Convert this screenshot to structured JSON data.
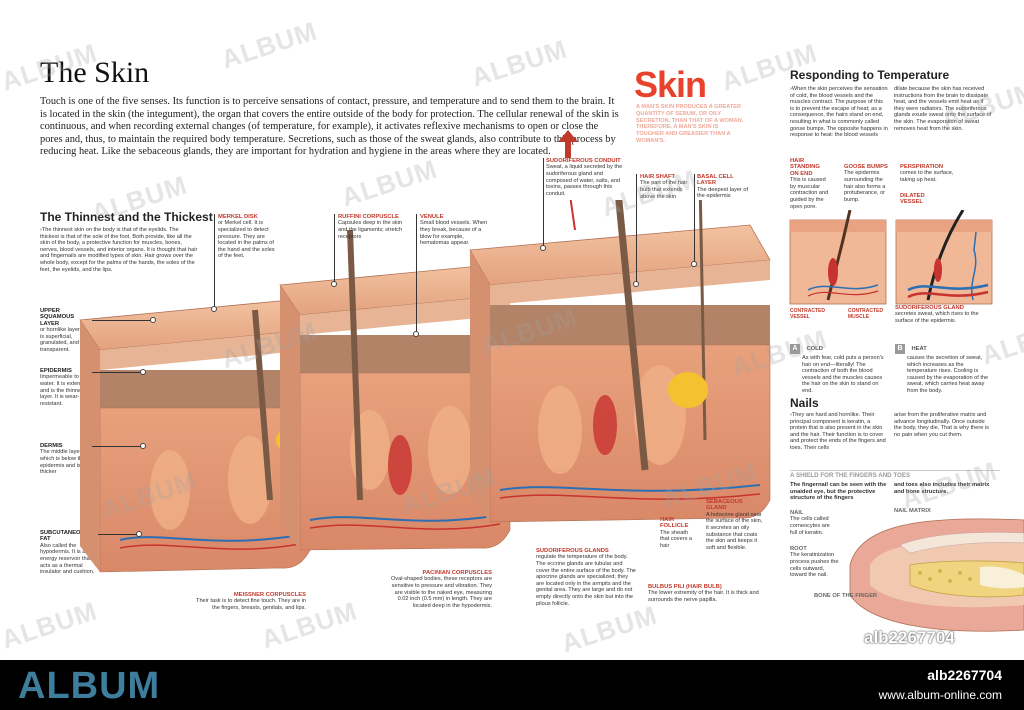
{
  "title": "The Skin",
  "intro": "Touch is one of the five senses. Its function is to perceive sensations of contact, pressure, and temperature and to send them to the brain. It is located in the skin (the integument), the organ that covers the entire outside of the body for protection. The cellular renewal of the skin is continuous, and when recording external changes (of temperature, for example), it activates reflexive mechanisms to open or close the pores and, thus, to maintain the required body temperature. Secretions, such as those of the sweat glands, also contribute to this process by reducing heat. Like the sebaceous glands, they are important for hydration and hygiene in the areas where they are located.",
  "thin_thick": {
    "title": "The Thinnest and the Thickest",
    "text": "›The thinnest skin on the body is that of the eyelids. The thickest is that of the sole of the foot. Both provide, like all the skin of the body, a protective function for muscles, bones, nerves, blood vessels, and interior organs. It is thought that hair and fingernails are modified types of skin. Hair grows over the whole body, except for the palms of the hands, the soles of the feet, the eyelids, and the lips."
  },
  "layers": [
    {
      "label": "UPPER SQUAMOUS LAYER",
      "text": "or hornlike layer. It is superficial, granulated, and transparent."
    },
    {
      "label": "EPIDERMIS",
      "text": "Impermeable to water. It is external and is the thinnest layer. It is wear-resistant."
    },
    {
      "label": "DERMIS",
      "text": "The middle layer, which is below the epidermis and is thicker"
    },
    {
      "label": "SUBCUTANEOUS FAT",
      "text": "Also called the hypodermis. It is an energy reservoir that acts as a thermal insulator and cushion."
    }
  ],
  "merkel": {
    "label": "MERKEL DISK",
    "text": "or Merkel cell. It is specialized to detect pressure. They are located in the palms of the hand and the soles of the feet."
  },
  "ruffini": {
    "label": "RUFFINI CORPUSCLE",
    "text": "Capsules deep in the skin and the ligaments; stretch receptors"
  },
  "venule": {
    "label": "VENULE",
    "text": "Small blood vessels. When they break, because of a blow for example, hematomas appear."
  },
  "sudoriferous_conduit": {
    "label": "SUDORIFEROUS CONDUIT",
    "text": "Sweat, a liquid secreted by the sudoriferous gland and composed of water, salts, and toxins, passes through this conduit."
  },
  "hair_shaft": {
    "label": "HAIR SHAFT",
    "text": "The part of the hair bulb that extends above the skin"
  },
  "basal_cell": {
    "label": "BASAL CELL LAYER",
    "text": "The deepest layer of the epidermis"
  },
  "meissner": {
    "label": "MEISSNER CORPUSCLES",
    "text": "Their task is to detect fine touch. They are in the fingers, breasts, genitals, and lips."
  },
  "pacinian": {
    "label": "PACINIAN CORPUSCLES",
    "text": "Oval-shaped bodies, these receptors are sensitive to pressure and vibration. They are visible to the naked eye, measuring 0.02 inch (0.5 mm) in length. They are located deep in the hypodermis."
  },
  "sudoriferous_glands": {
    "label": "SUDORIFEROUS GLANDS",
    "text": "regulate the temperature of the body. The eccrine glands are tubular and cover the entire surface of the body. The apocrine glands are specialized; they are located only in the armpits and the genital area. They are large and do not empty directly onto the skin but into the pilous follicle."
  },
  "hair_follicle": {
    "label": "HAIR FOLLICLE",
    "text": "The sheath that covers a hair"
  },
  "sebaceous": {
    "label": "SEBACEOUS GLAND",
    "text": "A holocrine gland near the surface of the skin, it secretes an oily substance that coats the skin and keeps it soft and flexible."
  },
  "bulbus": {
    "label": "BULBUS PILI (HAIR BULB)",
    "text": "The lower extremity of the hair. It is thick and surrounds the nerve papilla."
  },
  "skin_heading": "Skin",
  "skin_note": "A MAN'S SKIN PRODUCES A GREATER QUANTITY OF SEBUM, OR OILY SECRETION, THAN THAT OF A WOMAN. THEREFORE, A MAN'S SKIN IS TOUGHER AND GREASIER THAN A WOMAN'S.",
  "temperature": {
    "title": "Responding to Temperature",
    "col1": "›When the skin perceives the sensation of cold, the blood vessels and the muscles contract. The purpose of this is to prevent the escape of heat; as a consequence, the hairs stand on end, resulting in what is commonly called goose bumps. The opposite happens in response to heat: the blood vessels",
    "col2": "dilate because the skin has received instructions from the brain to dissipate heat, and the vessels emit heat as if they were radiators. The sudoriferous glands exude sweat onto the surface of the skin. The evaporation of sweat removes heat from the skin.",
    "hair_on_end": {
      "label": "HAIR STANDING ON END",
      "text": "This is caused by muscular contraction and guided by the open pore."
    },
    "goose": {
      "label": "GOOSE BUMPS",
      "text": "The epidermis surrounding the hair also forms a protuberance, or bump."
    },
    "perspiration": {
      "label": "PERSPIRATION",
      "text": "comes to the surface, taking up heat."
    },
    "dilated": {
      "label": "DILATED VESSEL",
      "text": ""
    },
    "contracted_vessel": "CONTRACTED VESSEL",
    "contracted_muscle": "CONTRACTED MUSCLE",
    "sud_gland": {
      "label": "SUDORIFEROUS GLAND",
      "text": "secretes sweat, which rises to the surface of the epidermis."
    },
    "cold": {
      "letter": "A",
      "label": "COLD",
      "text": "As with fear, cold puts a person's hair on end—literally! The contraction of both the blood vessels and the muscles causes the hair on the skin to stand on end."
    },
    "heat": {
      "letter": "B",
      "label": "HEAT",
      "text": "causes the secretion of sweat, which increases as the temperature rises. Cooling is caused by the evaporation of the sweat, which carries heat away from the body."
    }
  },
  "nails": {
    "title": "Nails",
    "col1": "›They are hard and hornlike. Their principal component is keratin, a protein that is also present in the skin and the hair. Their function is to cover and protect the ends of the fingers and toes. Their cells",
    "col2": "arise from the proliferative matrix and advance longitudinally. Once outside the body, they die. That is why there is no pain when you cut them.",
    "shield_title": "A SHIELD FOR THE FINGERS AND TOES",
    "shield_col1": "The fingernail can be seen with the unaided eye, but the protective structure of the fingers",
    "shield_col2": "and toes also includes their matrix and bone structure.",
    "nail": {
      "label": "NAIL",
      "text": "The cells called corneocytes are full of keratin."
    },
    "root": {
      "label": "ROOT",
      "text": "The keratinization process pushes the cells outward, toward the nail."
    },
    "matrix": "NAIL MATRIX",
    "bone": "BONE OF THE FINGER"
  },
  "watermark": "ALBUM",
  "image_id": "alb2267704",
  "footer": {
    "brand": "ALBUM",
    "id": "alb2267704",
    "url": "www.album-online.com"
  }
}
